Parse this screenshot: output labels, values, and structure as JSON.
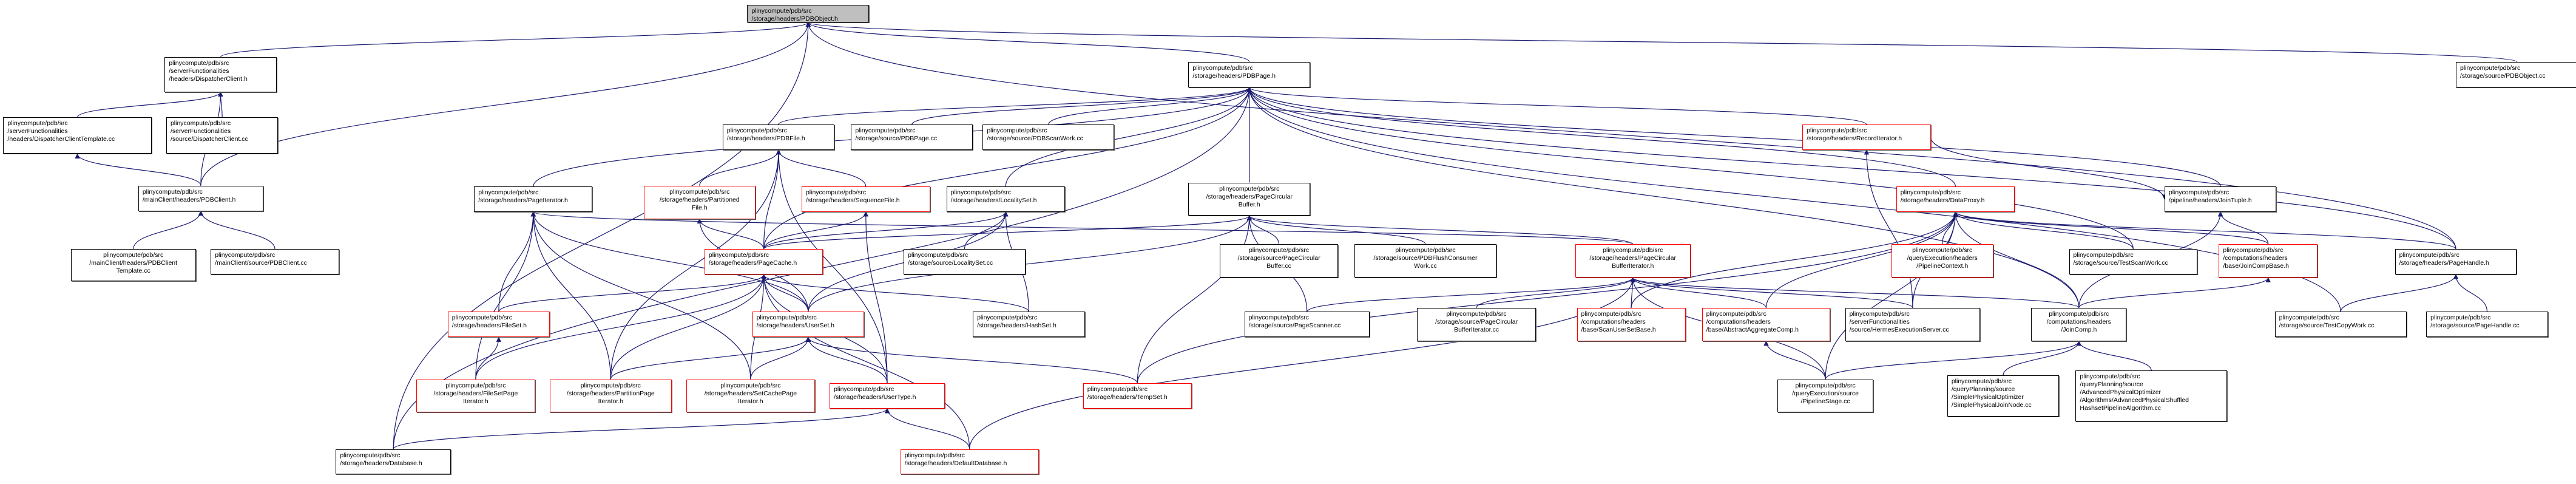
{
  "graph": {
    "title": "plinycompute/pdb/src/storage/headers/PDBObject.h",
    "edge_color": "#191970",
    "border_colors": {
      "normal": "#000000",
      "incomplete": "#ff0000",
      "root_fill": "#bfbfbf"
    },
    "nodes": [
      {
        "id": "pdbobject_h",
        "lines": [
          "plinycompute/pdb/src",
          "/storage/headers/PDBObject.h"
        ],
        "style": "root"
      },
      {
        "id": "dispatcherclient_h",
        "lines": [
          "plinycompute/pdb/src",
          "/serverFunctionalities",
          "/headers/DispatcherClient.h"
        ],
        "style": "normal"
      },
      {
        "id": "dispatcherclienttemplate_cc",
        "lines": [
          "plinycompute/pdb/src",
          "/serverFunctionalities",
          "/headers/DispatcherClientTemplate.cc"
        ],
        "style": "normal"
      },
      {
        "id": "dispatcherclient_cc",
        "lines": [
          "plinycompute/pdb/src",
          "/serverFunctionalities",
          "/source/DispatcherClient.cc"
        ],
        "style": "normal"
      },
      {
        "id": "pdbclient_h",
        "lines": [
          "plinycompute/pdb/src",
          "/mainClient/headers/PDBClient.h"
        ],
        "style": "normal"
      },
      {
        "id": "pdbclienttemplate_cc",
        "lines": [
          "plinycompute/pdb/src",
          "/mainClient/headers/PDBClient",
          "Template.cc"
        ],
        "style": "normal",
        "center": true
      },
      {
        "id": "pdbclient_cc",
        "lines": [
          "plinycompute/pdb/src",
          "/mainClient/source/PDBClient.cc"
        ],
        "style": "normal"
      },
      {
        "id": "pdbpage_h",
        "lines": [
          "plinycompute/pdb/src",
          "/storage/headers/PDBPage.h"
        ],
        "style": "normal"
      },
      {
        "id": "pdbobject_cc",
        "lines": [
          "plinycompute/pdb/src",
          "/storage/source/PDBObject.cc"
        ],
        "style": "normal"
      },
      {
        "id": "pdbfile_h",
        "lines": [
          "plinycompute/pdb/src",
          "/storage/headers/PDBFile.h"
        ],
        "style": "normal"
      },
      {
        "id": "pdbpage_cc",
        "lines": [
          "plinycompute/pdb/src",
          "/storage/source/PDBPage.cc"
        ],
        "style": "normal"
      },
      {
        "id": "pdbscanwork_cc",
        "lines": [
          "plinycompute/pdb/src",
          "/storage/source/PDBScanWork.cc"
        ],
        "style": "normal"
      },
      {
        "id": "recorditerator_h",
        "lines": [
          "plinycompute/pdb/src",
          "/storage/headers/RecordIterator.h"
        ],
        "style": "red"
      },
      {
        "id": "pageiterator_h",
        "lines": [
          "plinycompute/pdb/src",
          "/storage/headers/PageIterator.h"
        ],
        "style": "normal"
      },
      {
        "id": "partitionedfile_h",
        "lines": [
          "plinycompute/pdb/src",
          "/storage/headers/Partitioned",
          "File.h"
        ],
        "style": "red",
        "center": true
      },
      {
        "id": "sequencefile_h",
        "lines": [
          "plinycompute/pdb/src",
          "/storage/headers/SequenceFile.h"
        ],
        "style": "red"
      },
      {
        "id": "localityset_h",
        "lines": [
          "plinycompute/pdb/src",
          "/storage/headers/LocalitySet.h"
        ],
        "style": "normal"
      },
      {
        "id": "pagecircularbuffer_h",
        "lines": [
          "plinycompute/pdb/src",
          "/storage/headers/PageCircular",
          "Buffer.h"
        ],
        "style": "normal",
        "center": true
      },
      {
        "id": "dataproxy_h",
        "lines": [
          "plinycompute/pdb/src",
          "/storage/headers/DataProxy.h"
        ],
        "style": "red"
      },
      {
        "id": "jointuple_h",
        "lines": [
          "plinycompute/pdb/src",
          "/pipeline/headers/JoinTuple.h"
        ],
        "style": "normal"
      },
      {
        "id": "pagecache_h",
        "lines": [
          "plinycompute/pdb/src",
          "/storage/headers/PageCache.h"
        ],
        "style": "red"
      },
      {
        "id": "localityset_cc",
        "lines": [
          "plinycompute/pdb/src",
          "/storage/source/LocalitySet.cc"
        ],
        "style": "normal"
      },
      {
        "id": "pagecircularbuffer_cc",
        "lines": [
          "plinycompute/pdb/src",
          "/storage/source/PageCircular",
          "Buffer.cc"
        ],
        "style": "normal",
        "center": true
      },
      {
        "id": "pdbflushconsumerwork_cc",
        "lines": [
          "plinycompute/pdb/src",
          "/storage/source/PDBFlushConsumer",
          "Work.cc"
        ],
        "style": "normal",
        "center": true
      },
      {
        "id": "pagecircularbufferiterator_h",
        "lines": [
          "plinycompute/pdb/src",
          "/storage/headers/PageCircular",
          "BufferIterator.h"
        ],
        "style": "red",
        "center": true
      },
      {
        "id": "pipelinecontext_h",
        "lines": [
          "plinycompute/pdb/src",
          "/queryExecution/headers",
          "/PipelineContext.h"
        ],
        "style": "red",
        "center": true
      },
      {
        "id": "testscanwork_cc",
        "lines": [
          "plinycompute/pdb/src",
          "/storage/source/TestScanWork.cc"
        ],
        "style": "normal"
      },
      {
        "id": "joincompbase_h",
        "lines": [
          "plinycompute/pdb/src",
          "/computations/headers",
          "/base/JoinCompBase.h"
        ],
        "style": "red"
      },
      {
        "id": "pagehandle_h",
        "lines": [
          "plinycompute/pdb/src",
          "/storage/headers/PageHandle.h"
        ],
        "style": "normal"
      },
      {
        "id": "fileset_h",
        "lines": [
          "plinycompute/pdb/src",
          "/storage/headers/FileSet.h"
        ],
        "style": "red"
      },
      {
        "id": "userset_h",
        "lines": [
          "plinycompute/pdb/src",
          "/storage/headers/UserSet.h"
        ],
        "style": "red"
      },
      {
        "id": "hashset_h",
        "lines": [
          "plinycompute/pdb/src",
          "/storage/headers/HashSet.h"
        ],
        "style": "normal"
      },
      {
        "id": "pagescanner_cc",
        "lines": [
          "plinycompute/pdb/src",
          "/storage/source/PageScanner.cc"
        ],
        "style": "normal"
      },
      {
        "id": "pagecircularbufferiterator_cc",
        "lines": [
          "plinycompute/pdb/src",
          "/storage/source/PageCircular",
          "BufferIterator.cc"
        ],
        "style": "normal",
        "center": true
      },
      {
        "id": "scanusersetbase_h",
        "lines": [
          "plinycompute/pdb/src",
          "/computations/headers",
          "/base/ScanUserSetBase.h"
        ],
        "style": "red"
      },
      {
        "id": "abstractaggregatecomp_h",
        "lines": [
          "plinycompute/pdb/src",
          "/computations/headers",
          "/base/AbstractAggregateComp.h"
        ],
        "style": "red"
      },
      {
        "id": "hermesexecutionserver_cc",
        "lines": [
          "plinycompute/pdb/src",
          "/serverFunctionalities",
          "/source/HermesExecutionServer.cc"
        ],
        "style": "normal"
      },
      {
        "id": "joincomp_h",
        "lines": [
          "plinycompute/pdb/src",
          "/computations/headers",
          "/JoinComp.h"
        ],
        "style": "normal",
        "center": true
      },
      {
        "id": "testcopywork_cc",
        "lines": [
          "plinycompute/pdb/src",
          "/storage/source/TestCopyWork.cc"
        ],
        "style": "normal"
      },
      {
        "id": "pagehandle_cc",
        "lines": [
          "plinycompute/pdb/src",
          "/storage/source/PageHandle.cc"
        ],
        "style": "normal"
      },
      {
        "id": "filesetpageiterator_h",
        "lines": [
          "plinycompute/pdb/src",
          "/storage/headers/FileSetPage",
          "Iterator.h"
        ],
        "style": "red",
        "center": true
      },
      {
        "id": "partitionpageiterator_h",
        "lines": [
          "plinycompute/pdb/src",
          "/storage/headers/PartitionPage",
          "Iterator.h"
        ],
        "style": "red",
        "center": true
      },
      {
        "id": "setcachepageiterator_h",
        "lines": [
          "plinycompute/pdb/src",
          "/storage/headers/SetCachePage",
          "Iterator.h"
        ],
        "style": "red",
        "center": true
      },
      {
        "id": "usertype_h",
        "lines": [
          "plinycompute/pdb/src",
          "/storage/headers/UserType.h"
        ],
        "style": "red"
      },
      {
        "id": "tempset_h",
        "lines": [
          "plinycompute/pdb/src",
          "/storage/headers/TempSet.h"
        ],
        "style": "red"
      },
      {
        "id": "pipelinestage_cc",
        "lines": [
          "plinycompute/pdb/src",
          "/queryExecution/source",
          "/PipelineStage.cc"
        ],
        "style": "normal",
        "center": true
      },
      {
        "id": "simplephysicaljoinnode_cc",
        "lines": [
          "plinycompute/pdb/src",
          "/queryPlanning/source",
          "/SimplePhysicalOptimizer",
          "/SimplePhysicalJoinNode.cc"
        ],
        "style": "normal"
      },
      {
        "id": "advancedphysicalshuffled_cc",
        "lines": [
          "plinycompute/pdb/src",
          "/queryPlanning/source",
          "/AdvancedPhysicalOptimizer",
          "/Algorithms/AdvancedPhysicalShuffled",
          "HashsetPipelineAlgorithm.cc"
        ],
        "style": "normal"
      },
      {
        "id": "database_h",
        "lines": [
          "plinycompute/pdb/src",
          "/storage/headers/Database.h"
        ],
        "style": "normal"
      },
      {
        "id": "defaultdatabase_h",
        "lines": [
          "plinycompute/pdb/src",
          "/storage/headers/DefaultDatabase.h"
        ],
        "style": "red"
      }
    ],
    "edges": [
      [
        "dispatcherclient_h",
        "pdbobject_h"
      ],
      [
        "pdbpage_h",
        "pdbobject_h"
      ],
      [
        "pdbobject_cc",
        "pdbobject_h"
      ],
      [
        "pdbclient_h",
        "pdbobject_h"
      ],
      [
        "database_h",
        "pdbobject_h"
      ],
      [
        "pagehandle_h",
        "pdbobject_h"
      ],
      [
        "dispatcherclienttemplate_cc",
        "dispatcherclient_h"
      ],
      [
        "dispatcherclient_cc",
        "dispatcherclient_h"
      ],
      [
        "pdbclient_h",
        "dispatcherclient_h"
      ],
      [
        "pdbclient_h",
        "dispatcherclienttemplate_cc"
      ],
      [
        "pdbclienttemplate_cc",
        "pdbclient_h"
      ],
      [
        "pdbclient_cc",
        "pdbclient_h"
      ],
      [
        "pdbfile_h",
        "pdbpage_h"
      ],
      [
        "pdbpage_cc",
        "pdbpage_h"
      ],
      [
        "pdbscanwork_cc",
        "pdbpage_h"
      ],
      [
        "pageiterator_h",
        "pdbpage_h"
      ],
      [
        "localityset_h",
        "pdbpage_h"
      ],
      [
        "pagecircularbuffer_h",
        "pdbpage_h"
      ],
      [
        "recorditerator_h",
        "pdbpage_h"
      ],
      [
        "dataproxy_h",
        "pdbpage_h"
      ],
      [
        "jointuple_h",
        "pdbpage_h"
      ],
      [
        "pagehandle_h",
        "pdbpage_h"
      ],
      [
        "database_h",
        "pdbpage_h"
      ],
      [
        "testscanwork_cc",
        "pdbpage_h"
      ],
      [
        "joincomp_h",
        "pdbpage_h"
      ],
      [
        "testcopywork_cc",
        "pdbpage_h"
      ],
      [
        "pagecache_h",
        "pdbpage_h"
      ],
      [
        "partitionedfile_h",
        "pdbfile_h"
      ],
      [
        "sequencefile_h",
        "pdbfile_h"
      ],
      [
        "pagecache_h",
        "pdbfile_h"
      ],
      [
        "usertype_h",
        "pdbfile_h"
      ],
      [
        "partitionpageiterator_h",
        "pdbfile_h"
      ],
      [
        "pagecache_h",
        "partitionedfile_h"
      ],
      [
        "userset_h",
        "partitionedfile_h"
      ],
      [
        "pagecache_h",
        "sequencefile_h"
      ],
      [
        "usertype_h",
        "sequencefile_h"
      ],
      [
        "pagecache_h",
        "localityset_h"
      ],
      [
        "localityset_cc",
        "localityset_h"
      ],
      [
        "hashset_h",
        "localityset_h"
      ],
      [
        "userset_h",
        "localityset_h"
      ],
      [
        "pagecache_h",
        "pagecircularbuffer_h"
      ],
      [
        "pagecircularbuffer_cc",
        "pagecircularbuffer_h"
      ],
      [
        "pdbflushconsumerwork_cc",
        "pagecircularbuffer_h"
      ],
      [
        "pagecircularbufferiterator_h",
        "pagecircularbuffer_h"
      ],
      [
        "pagescanner_cc",
        "pagecircularbuffer_h"
      ],
      [
        "userset_h",
        "pagecircularbuffer_h"
      ],
      [
        "tempset_h",
        "pagecircularbuffer_h"
      ],
      [
        "pagecircularbufferiterator_h",
        "pageiterator_h"
      ],
      [
        "fileset_h",
        "pageiterator_h"
      ],
      [
        "filesetpageiterator_h",
        "pageiterator_h"
      ],
      [
        "partitionpageiterator_h",
        "pageiterator_h"
      ],
      [
        "setcachepageiterator_h",
        "pageiterator_h"
      ],
      [
        "userset_h",
        "pageiterator_h"
      ],
      [
        "fileset_h",
        "pagecache_h"
      ],
      [
        "userset_h",
        "pagecache_h"
      ],
      [
        "hashset_h",
        "pagecache_h"
      ],
      [
        "usertype_h",
        "pagecache_h"
      ],
      [
        "filesetpageiterator_h",
        "pagecache_h"
      ],
      [
        "partitionpageiterator_h",
        "pagecache_h"
      ],
      [
        "setcachepageiterator_h",
        "pagecache_h"
      ],
      [
        "defaultdatabase_h",
        "pagecache_h"
      ],
      [
        "filesetpageiterator_h",
        "fileset_h"
      ],
      [
        "usertype_h",
        "userset_h"
      ],
      [
        "tempset_h",
        "userset_h"
      ],
      [
        "partitionpageiterator_h",
        "userset_h"
      ],
      [
        "setcachepageiterator_h",
        "userset_h"
      ],
      [
        "defaultdatabase_h",
        "usertype_h"
      ],
      [
        "database_h",
        "usertype_h"
      ],
      [
        "pagecircularbufferiterator_cc",
        "pagecircularbufferiterator_h"
      ],
      [
        "scanusersetbase_h",
        "pagecircularbufferiterator_h"
      ],
      [
        "abstractaggregatecomp_h",
        "pagecircularbufferiterator_h"
      ],
      [
        "hermesexecutionserver_cc",
        "pagecircularbufferiterator_h"
      ],
      [
        "joincomp_h",
        "pagecircularbufferiterator_h"
      ],
      [
        "pagescanner_cc",
        "pagecircularbufferiterator_h"
      ],
      [
        "defaultdatabase_h",
        "pagecircularbufferiterator_h"
      ],
      [
        "recorditerator_h",
        "jointuple_h"
      ],
      [
        "hermesexecutionserver_cc",
        "recorditerator_h"
      ],
      [
        "pipelinecontext_h",
        "dataproxy_h"
      ],
      [
        "testscanwork_cc",
        "dataproxy_h"
      ],
      [
        "joincompbase_h",
        "dataproxy_h"
      ],
      [
        "pagehandle_h",
        "dataproxy_h"
      ],
      [
        "scanusersetbase_h",
        "dataproxy_h"
      ],
      [
        "abstractaggregatecomp_h",
        "dataproxy_h"
      ],
      [
        "hermesexecutionserver_cc",
        "dataproxy_h"
      ],
      [
        "joincomp_h",
        "dataproxy_h"
      ],
      [
        "pipelinestage_cc",
        "dataproxy_h"
      ],
      [
        "tempset_h",
        "dataproxy_h"
      ],
      [
        "joincompbase_h",
        "jointuple_h"
      ],
      [
        "joincomp_h",
        "jointuple_h"
      ],
      [
        "joincomp_h",
        "joincompbase_h"
      ],
      [
        "testcopywork_cc",
        "pagehandle_h"
      ],
      [
        "pagehandle_cc",
        "pagehandle_h"
      ],
      [
        "pipelinestage_cc",
        "joincomp_h"
      ],
      [
        "simplephysicaljoinnode_cc",
        "joincomp_h"
      ],
      [
        "advancedphysicalshuffled_cc",
        "joincomp_h"
      ],
      [
        "pipelinestage_cc",
        "abstractaggregatecomp_h"
      ],
      [
        "pipelinestage_cc",
        "pagecircularbufferiterator_h"
      ]
    ]
  }
}
